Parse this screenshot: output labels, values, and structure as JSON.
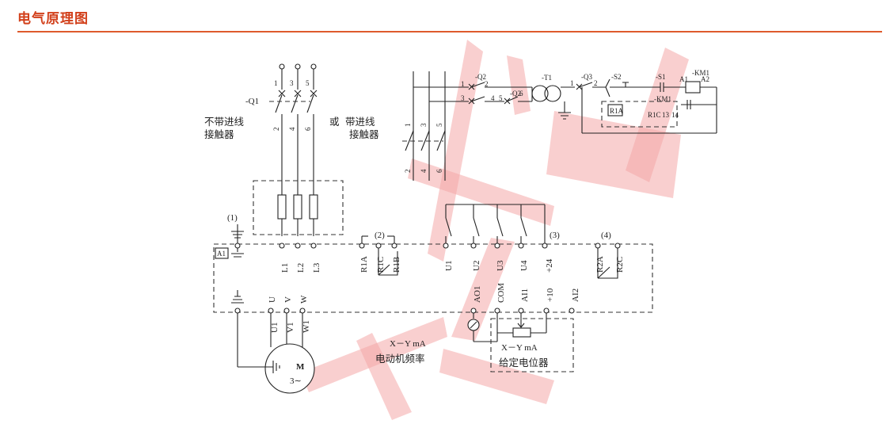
{
  "header": {
    "title": "电气原理图"
  },
  "diagram": {
    "supply": {
      "switch": "-Q1",
      "pins_top": [
        "1",
        "3",
        "5"
      ],
      "pins_bottom": [
        "2",
        "4",
        "6"
      ]
    },
    "notes": {
      "without_contactor": [
        "不带进线",
        "接触器"
      ],
      "or": "或",
      "with_contactor": [
        "带进线",
        "接触器"
      ]
    },
    "upper_right": {
      "pins_top": [
        "1",
        "3",
        "5"
      ],
      "pins_bottom": [
        "2",
        "4",
        "6"
      ],
      "q2_a": "-Q2",
      "q2_b": "-Q2",
      "q3": "-Q3",
      "t1": "-T1",
      "s2": "-S2",
      "s1": "-S1",
      "km1_a": "-KM1",
      "km1_b": "-KM1",
      "a1": "A1",
      "a2": "A2",
      "r1a": "R1A",
      "r1c": "R1C",
      "a13": "13",
      "a14": "14",
      "q2_pins": [
        "1",
        "2",
        "3",
        "4",
        "5",
        "6"
      ],
      "q3_pins": [
        "1",
        "2"
      ]
    },
    "refs": [
      "(1)",
      "(2)",
      "(3)",
      "(4)"
    ],
    "drive": {
      "a1": "A1",
      "top_terminals": [
        "L1",
        "L2",
        "L3",
        "R1A",
        "R1C",
        "R1B",
        "U1",
        "U2",
        "U3",
        "U4",
        "+24",
        "R2A",
        "R2C"
      ],
      "bottom_terminals": [
        "U",
        "V",
        "W",
        "AO1",
        "COM",
        "AI1",
        "+10",
        "AI2"
      ],
      "motor_terminals": [
        "U1",
        "V1",
        "W1"
      ]
    },
    "motor": {
      "letter": "M",
      "phase": "3∼"
    },
    "output": {
      "range": "X－Y mA",
      "caption": "电动机频率"
    },
    "potentiometer": {
      "range": "X－Y mA",
      "caption": "给定电位器"
    }
  }
}
